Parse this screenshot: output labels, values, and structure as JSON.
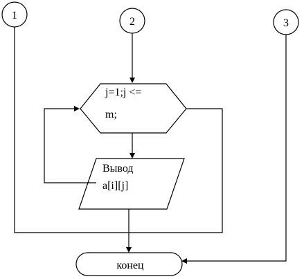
{
  "connectors": [
    {
      "label": "1"
    },
    {
      "label": "2"
    },
    {
      "label": "3"
    }
  ],
  "loop_block": {
    "line1": "j=1;j <=",
    "line2": "m;"
  },
  "output_block": {
    "line1": "Вывод",
    "line2": "a[i][j]"
  },
  "terminator": {
    "label": "конец"
  }
}
